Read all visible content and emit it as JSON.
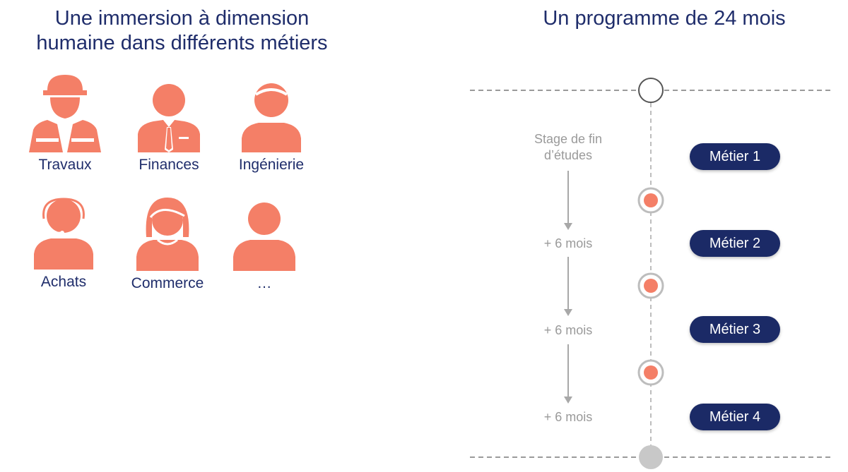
{
  "left": {
    "title_line1": "Une immersion à dimension",
    "title_line2": "humaine dans différents métiers",
    "icon_color": "#f47f67",
    "items": [
      {
        "label": "Travaux",
        "icon": "construction-worker-icon"
      },
      {
        "label": "Finances",
        "icon": "businessman-tie-icon"
      },
      {
        "label": "Ingénierie",
        "icon": "engineer-person-icon"
      },
      {
        "label": "Achats",
        "icon": "headset-operator-icon"
      },
      {
        "label": "Commerce",
        "icon": "woman-person-icon"
      },
      {
        "label": "…",
        "icon": "generic-person-icon"
      }
    ]
  },
  "right": {
    "title": "Un programme de 24 mois",
    "steps": [
      {
        "duration_line1": "Stage de fin",
        "duration_line2": "d’études",
        "metier": "Métier 1"
      },
      {
        "duration": "+ 6 mois",
        "metier": "Métier 2"
      },
      {
        "duration": "+ 6 mois",
        "metier": "Métier 3"
      },
      {
        "duration": "+ 6 mois",
        "metier": "Métier 4"
      }
    ],
    "colors": {
      "navy": "#1b2a66",
      "accent": "#f47f67",
      "line": "#b5b5b5"
    }
  }
}
